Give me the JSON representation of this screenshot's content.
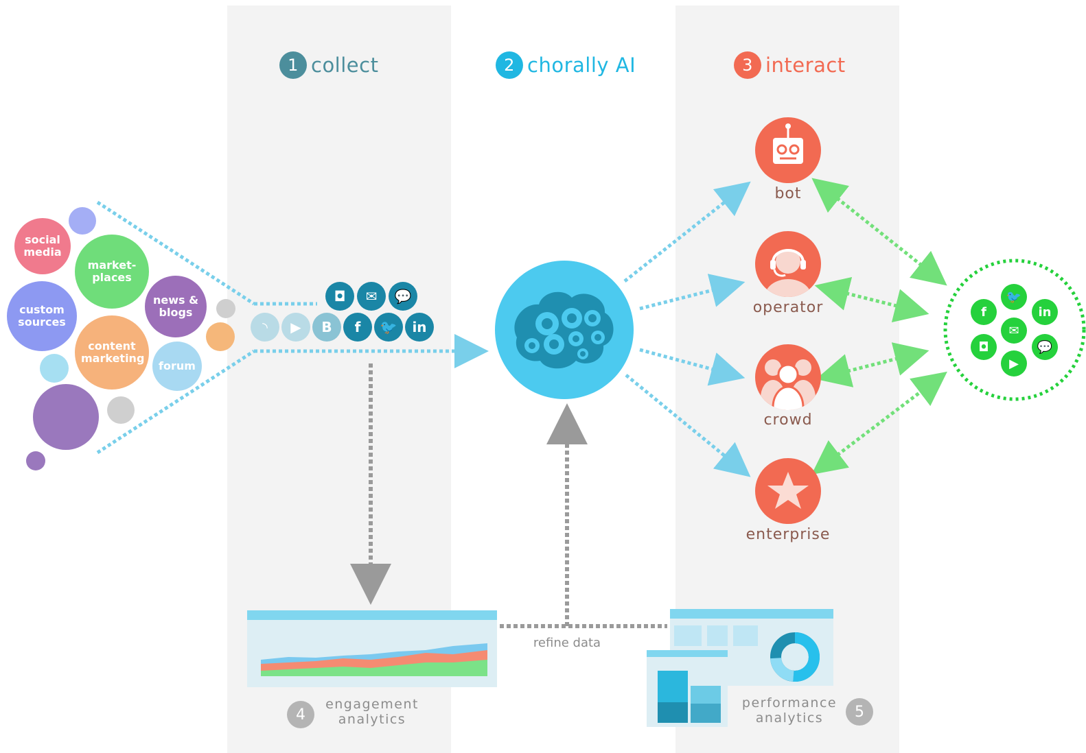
{
  "steps": [
    {
      "num": "1",
      "label": "collect",
      "color": "#4c8e9c"
    },
    {
      "num": "2",
      "label": "chorally AI",
      "color": "#20b7e2"
    },
    {
      "num": "3",
      "label": "interact",
      "color": "#f26a52"
    }
  ],
  "sources": {
    "social_media": "social media",
    "marketplaces": "market- places",
    "custom_sources": "custom sources",
    "news_blogs": "news & blogs",
    "content_marketing": "content marketing",
    "forum": "forum"
  },
  "collect_icons": {
    "top": [
      "instagram-icon",
      "email-icon",
      "chat-icon"
    ],
    "bottom": [
      "rss-icon",
      "youtube-icon",
      "blogger-icon",
      "facebook-icon",
      "twitter-icon",
      "linkedin-icon"
    ]
  },
  "agents": {
    "bot": "bot",
    "operator": "operator",
    "crowd": "crowd",
    "enterprise": "enterprise"
  },
  "channels": [
    "facebook-icon",
    "twitter-icon",
    "linkedin-icon",
    "email-icon",
    "instagram-icon",
    "chat-icon",
    "youtube-icon"
  ],
  "engagement": {
    "num": "4",
    "line1": "engagement",
    "line2": "analytics"
  },
  "performance": {
    "num": "5",
    "line1": "performance",
    "line2": "analytics"
  },
  "refine_label": "refine data",
  "colors": {
    "panel": "#f3f3f3",
    "teal": "#1a86a6",
    "ai_blue": "#4ccaef",
    "agent_red": "#f26a52",
    "green": "#25d13c",
    "dots_blue": "#79cfea",
    "dots_gray": "#9a9a9a"
  }
}
